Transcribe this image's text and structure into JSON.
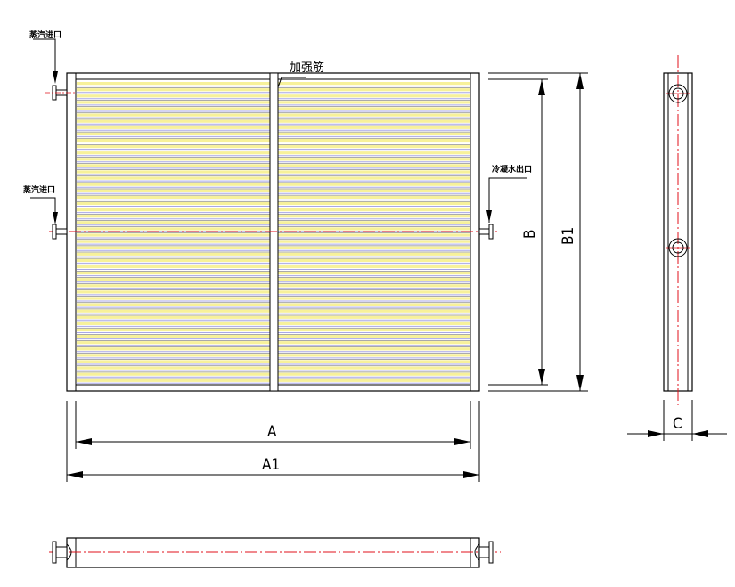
{
  "labels": {
    "steam_inlet_top": "蒸汽进口",
    "steam_inlet_mid": "蒸汽进口",
    "condensate_outlet": "冷凝水出口",
    "stiffener": "加强筋"
  },
  "dimensions": {
    "A": "A",
    "A1": "A1",
    "B": "B",
    "B1": "B1",
    "C": "C"
  },
  "colors": {
    "line": "#000000",
    "centerline": "#e0121b",
    "fin_yellow": "#f7f19a",
    "fin_blue": "#a8a7e6"
  }
}
